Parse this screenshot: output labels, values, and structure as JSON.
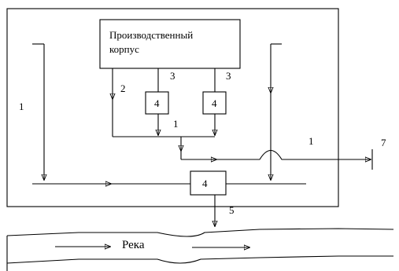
{
  "building": {
    "line1": "Производственный",
    "line2": "корпус"
  },
  "river_label": "Река",
  "labels": {
    "l1_left": "1",
    "l2": "2",
    "l3_a": "3",
    "l3_b": "3",
    "box4_a": "4",
    "box4_b": "4",
    "box4_c": "4",
    "l1_mid": "1",
    "l1_right": "1",
    "l5": "5",
    "l7": "7"
  }
}
